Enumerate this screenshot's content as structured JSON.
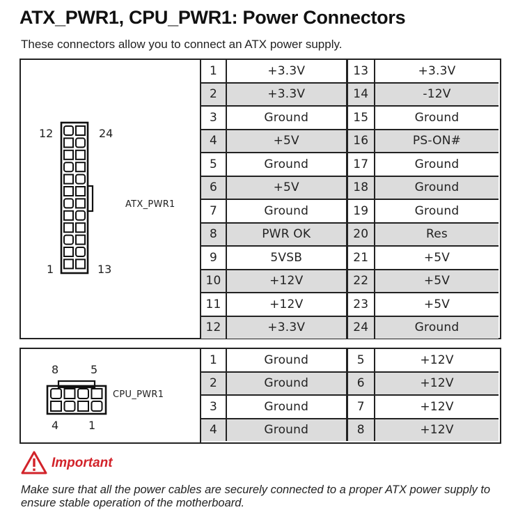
{
  "heading": "ATX_PWR1, CPU_PWR1: Power Connectors",
  "subheading": "These connectors allow you to connect an ATX power supply.",
  "atx": {
    "connector_name": "ATX_PWR1",
    "pin_labels": {
      "top_left": "12",
      "top_right": "24",
      "bottom_left": "1",
      "bottom_right": "13"
    },
    "rows": [
      {
        "p1": "1",
        "s1": "+3.3V",
        "p2": "13",
        "s2": "+3.3V"
      },
      {
        "p1": "2",
        "s1": "+3.3V",
        "p2": "14",
        "s2": "-12V"
      },
      {
        "p1": "3",
        "s1": "Ground",
        "p2": "15",
        "s2": "Ground"
      },
      {
        "p1": "4",
        "s1": "+5V",
        "p2": "16",
        "s2": "PS-ON#"
      },
      {
        "p1": "5",
        "s1": "Ground",
        "p2": "17",
        "s2": "Ground"
      },
      {
        "p1": "6",
        "s1": "+5V",
        "p2": "18",
        "s2": "Ground"
      },
      {
        "p1": "7",
        "s1": "Ground",
        "p2": "19",
        "s2": "Ground"
      },
      {
        "p1": "8",
        "s1": "PWR OK",
        "p2": "20",
        "s2": "Res"
      },
      {
        "p1": "9",
        "s1": "5VSB",
        "p2": "21",
        "s2": "+5V"
      },
      {
        "p1": "10",
        "s1": "+12V",
        "p2": "22",
        "s2": "+5V"
      },
      {
        "p1": "11",
        "s1": "+12V",
        "p2": "23",
        "s2": "+5V"
      },
      {
        "p1": "12",
        "s1": "+3.3V",
        "p2": "24",
        "s2": "Ground"
      }
    ]
  },
  "cpu": {
    "connector_name": "CPU_PWR1",
    "pin_labels": {
      "top_left": "8",
      "top_right": "5",
      "bottom_left": "4",
      "bottom_right": "1"
    },
    "rows": [
      {
        "p1": "1",
        "s1": "Ground",
        "p2": "5",
        "s2": "+12V"
      },
      {
        "p1": "2",
        "s1": "Ground",
        "p2": "6",
        "s2": "+12V"
      },
      {
        "p1": "3",
        "s1": "Ground",
        "p2": "7",
        "s2": "+12V"
      },
      {
        "p1": "4",
        "s1": "Ground",
        "p2": "8",
        "s2": "+12V"
      }
    ]
  },
  "important": {
    "icon": "warning-triangle-icon",
    "title": "Important",
    "text": "Make sure that all the power cables are securely connected to a proper ATX power supply to ensure stable operation of the motherboard.",
    "color": "#d2232a"
  },
  "colors": {
    "row_shade": "#dcdcdc",
    "border": "#222222"
  }
}
